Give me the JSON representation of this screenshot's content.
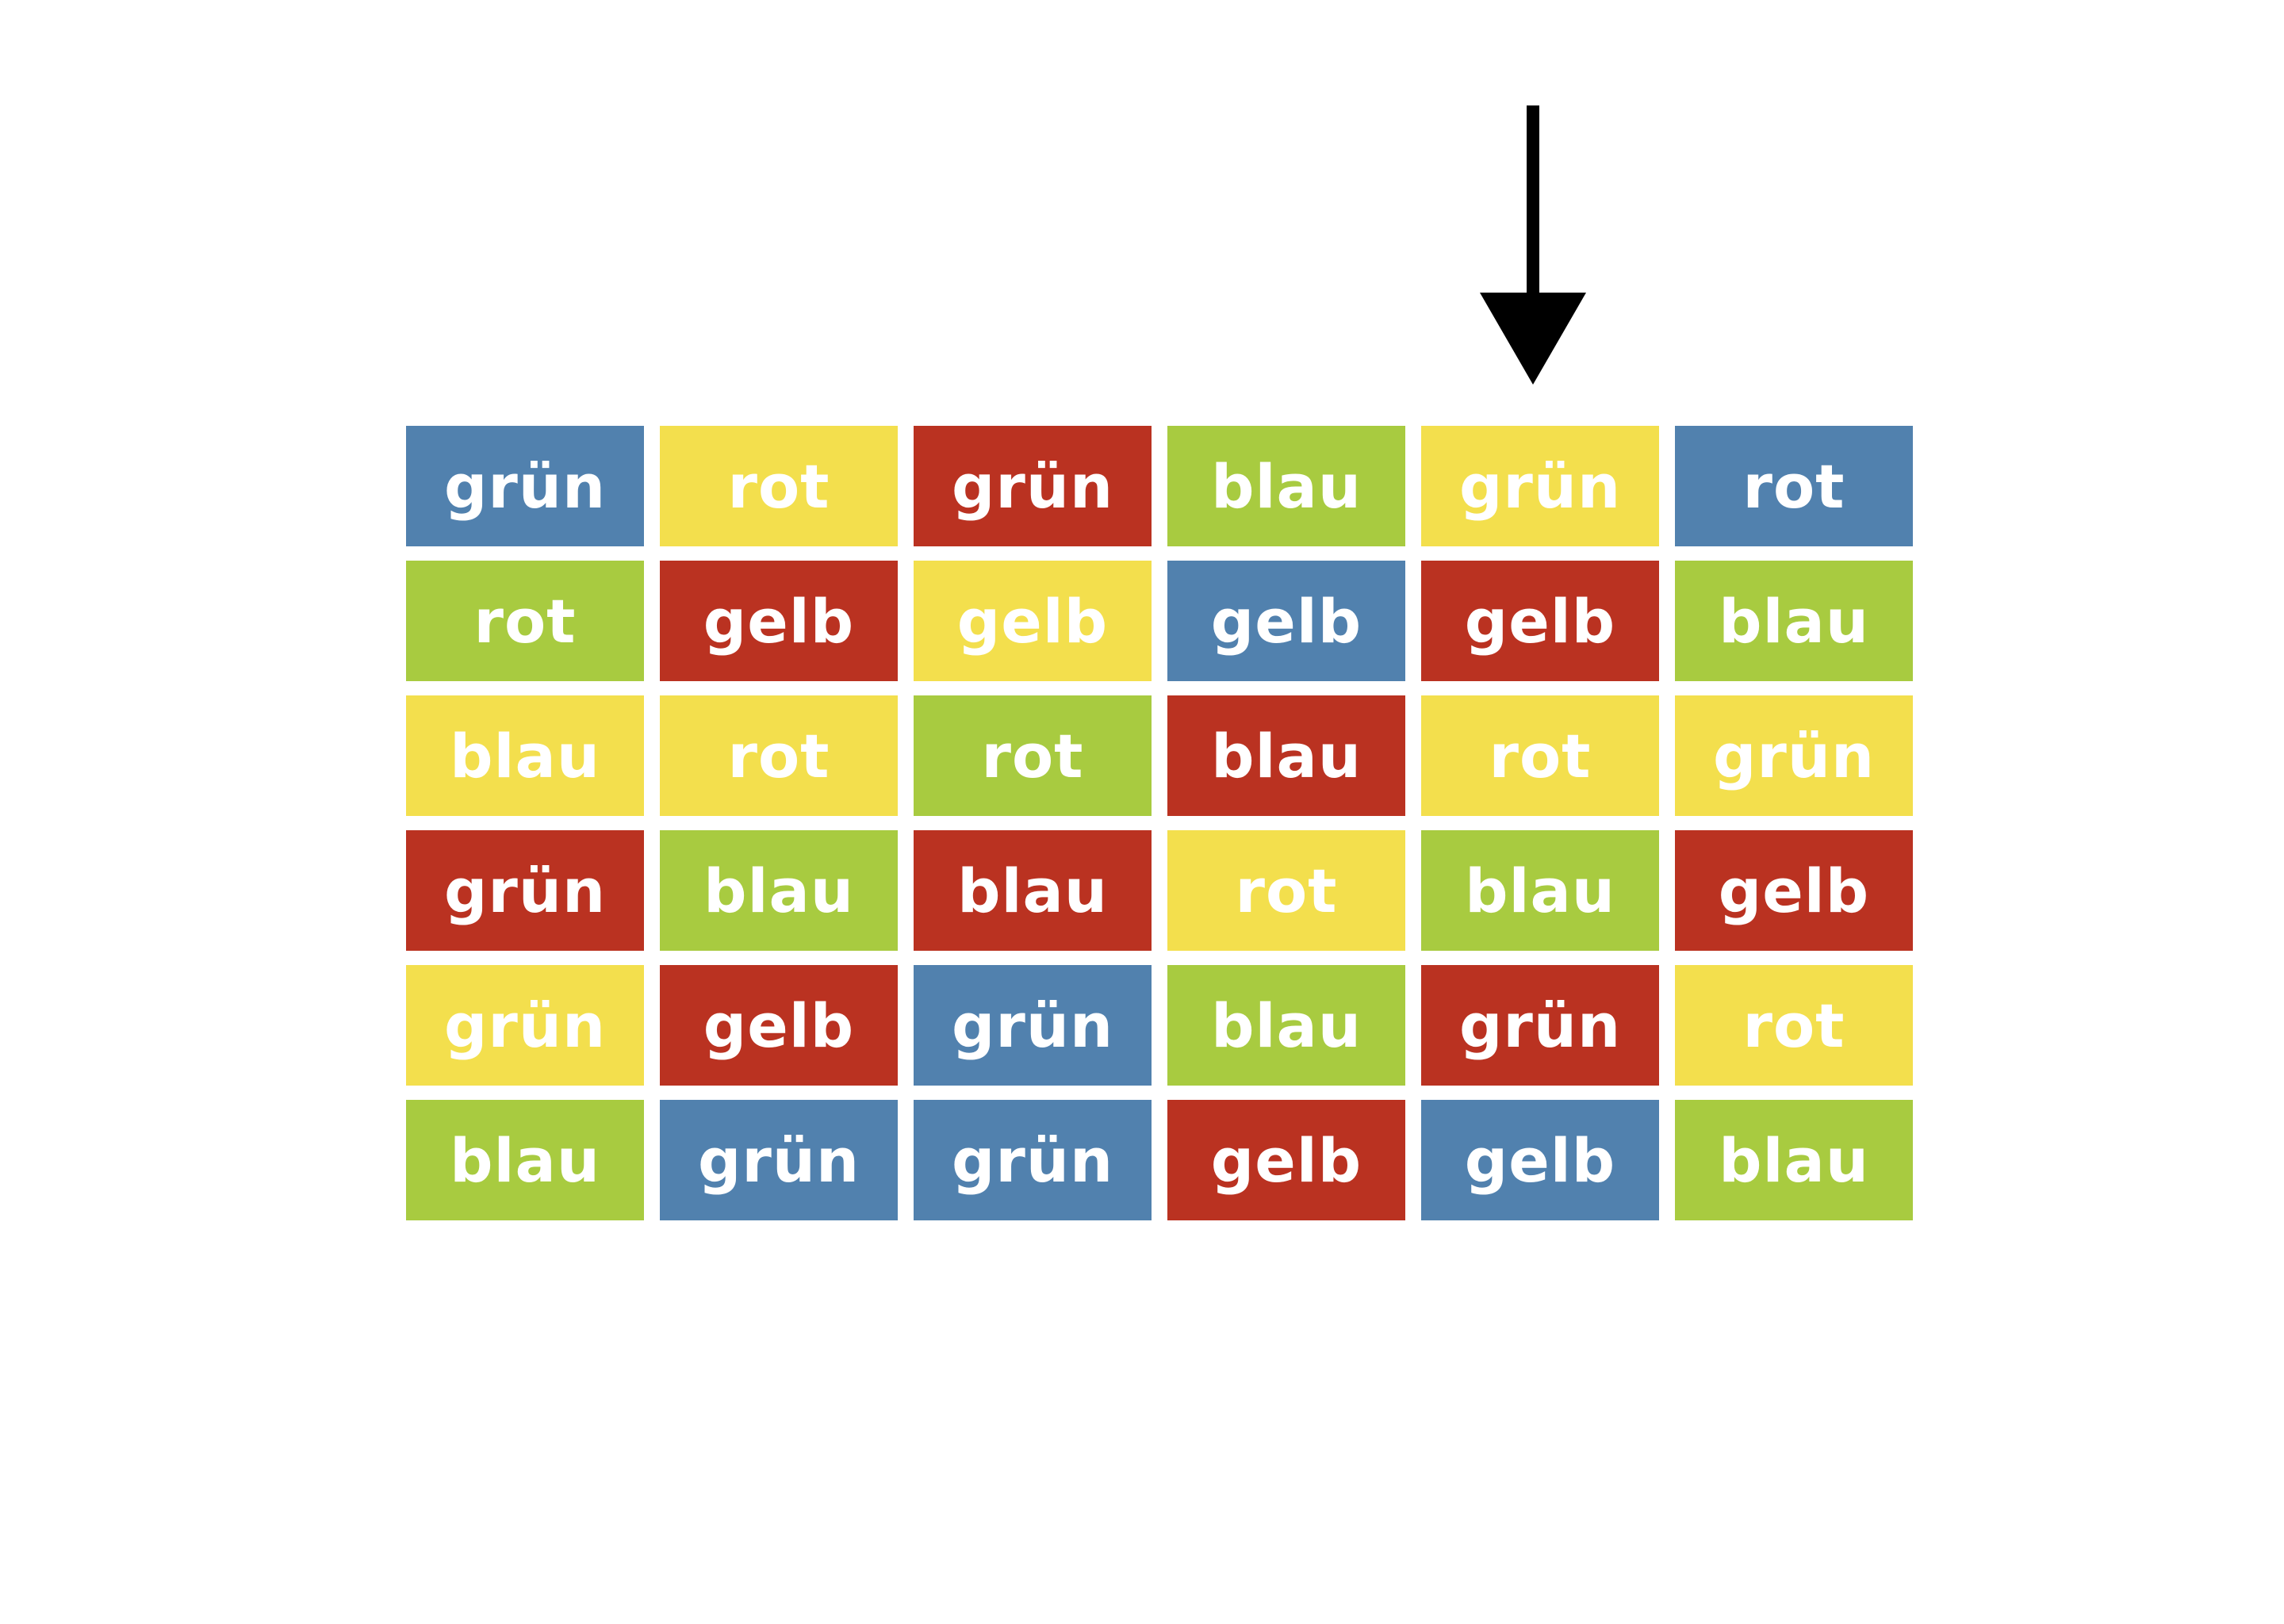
{
  "colors": {
    "blau": "#5181ae",
    "gelb": "#f3df4d",
    "rot": "#ba3221",
    "gruen": "#a8cb40",
    "text": "#ffffff",
    "arrow": "#000000"
  },
  "arrow": {
    "icon": "down-arrow-icon",
    "column_index": 4
  },
  "grid": {
    "rows": [
      [
        {
          "word": "grün",
          "color": "blau"
        },
        {
          "word": "rot",
          "color": "gelb"
        },
        {
          "word": "grün",
          "color": "rot"
        },
        {
          "word": "blau",
          "color": "gruen"
        },
        {
          "word": "grün",
          "color": "gelb"
        },
        {
          "word": "rot",
          "color": "blau"
        }
      ],
      [
        {
          "word": "rot",
          "color": "gruen"
        },
        {
          "word": "gelb",
          "color": "rot"
        },
        {
          "word": "gelb",
          "color": "gelb"
        },
        {
          "word": "gelb",
          "color": "blau"
        },
        {
          "word": "gelb",
          "color": "rot"
        },
        {
          "word": "blau",
          "color": "gruen"
        }
      ],
      [
        {
          "word": "blau",
          "color": "gelb"
        },
        {
          "word": "rot",
          "color": "gelb"
        },
        {
          "word": "rot",
          "color": "gruen"
        },
        {
          "word": "blau",
          "color": "rot"
        },
        {
          "word": "rot",
          "color": "gelb"
        },
        {
          "word": "grün",
          "color": "gelb"
        }
      ],
      [
        {
          "word": "grün",
          "color": "rot"
        },
        {
          "word": "blau",
          "color": "gruen"
        },
        {
          "word": "blau",
          "color": "rot"
        },
        {
          "word": "rot",
          "color": "gelb"
        },
        {
          "word": "blau",
          "color": "gruen"
        },
        {
          "word": "gelb",
          "color": "rot"
        }
      ],
      [
        {
          "word": "grün",
          "color": "gelb"
        },
        {
          "word": "gelb",
          "color": "rot"
        },
        {
          "word": "grün",
          "color": "blau"
        },
        {
          "word": "blau",
          "color": "gruen"
        },
        {
          "word": "grün",
          "color": "rot"
        },
        {
          "word": "rot",
          "color": "gelb"
        }
      ],
      [
        {
          "word": "blau",
          "color": "gruen"
        },
        {
          "word": "grün",
          "color": "blau"
        },
        {
          "word": "grün",
          "color": "blau"
        },
        {
          "word": "gelb",
          "color": "rot"
        },
        {
          "word": "gelb",
          "color": "blau"
        },
        {
          "word": "blau",
          "color": "gruen"
        }
      ]
    ]
  }
}
